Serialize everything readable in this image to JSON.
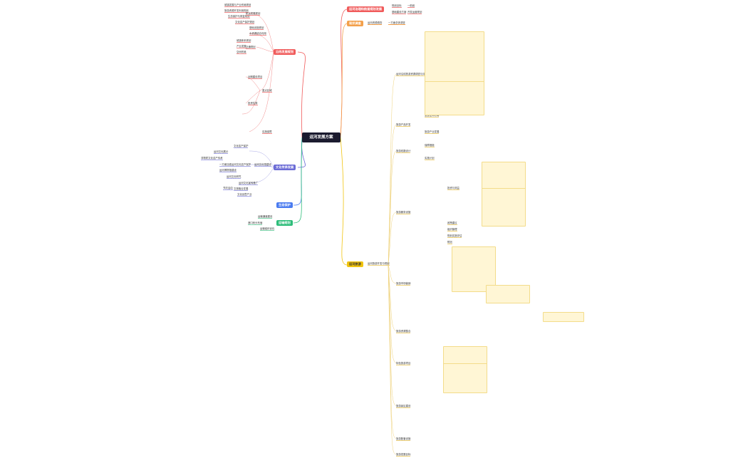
{
  "central": "运河发展方案",
  "branches": {
    "top": "运河治理和航道规划发展",
    "top_children": [
      "规划目标",
      "基础建设方案"
    ],
    "top_leaves": [
      "一航段",
      "开发运营规划"
    ],
    "orange": "现状调查",
    "orange_child": "运河资源调查",
    "orange_leaf": "一方面总体调查",
    "red": "沿线发展规划",
    "purple": "文化传承发展",
    "blue": "生态保护",
    "green": "运输规划",
    "yellow": "运河旅游",
    "yellow_child": "运河旅游开发与规划"
  },
  "red_nodes": [
    "城镇发展与产业布局规划",
    "旅游资源开发利用规划",
    "生态保护与修复规划",
    "文化遗产保护规划",
    "航运发展规划",
    "基础设施规划",
    "水资源综合利用",
    "城镇体系规划",
    "产业发展",
    "空间布局",
    "交通规划",
    "重点区域",
    "近期建设项目",
    "投资估算",
    "实施保障"
  ],
  "purple_nodes": [
    "文化遗产保护",
    "运河文化展示",
    "非物质文化遗产传承",
    "一方面加强运河文化遗产保护",
    "运河文化带建设",
    "运河博物馆建设",
    "运河文化研究",
    "运河文化宣传推广",
    "文旅融合发展",
    "节庆活动",
    "文化创意产业"
  ],
  "green_nodes": [
    "运输通道建设",
    "港口码头布局",
    "运输组织优化"
  ],
  "yellow_nodes": [
    "运河沿线旅游资源调查与评价",
    "旅游产品开发",
    "旅游线路设计",
    "旅游服务设施",
    "旅游市场营销",
    "旅游资源整合",
    "特色旅游项目",
    "旅游景区建设",
    "旅游配套设施",
    "旅游发展目标",
    "旅游空间布局",
    "旅游产业发展",
    "保障措施",
    "实施计划",
    "投资与效益",
    "政策建议",
    "组织管理",
    "规划实施评估",
    "附则"
  ],
  "colors": {
    "red": "#f05b5b",
    "orange": "#f3a04b",
    "yellow": "#f1c40f",
    "purple": "#6c6cd6",
    "blue": "#4a7bf0",
    "green": "#2ebd7a",
    "central": "#1b1b2f"
  }
}
